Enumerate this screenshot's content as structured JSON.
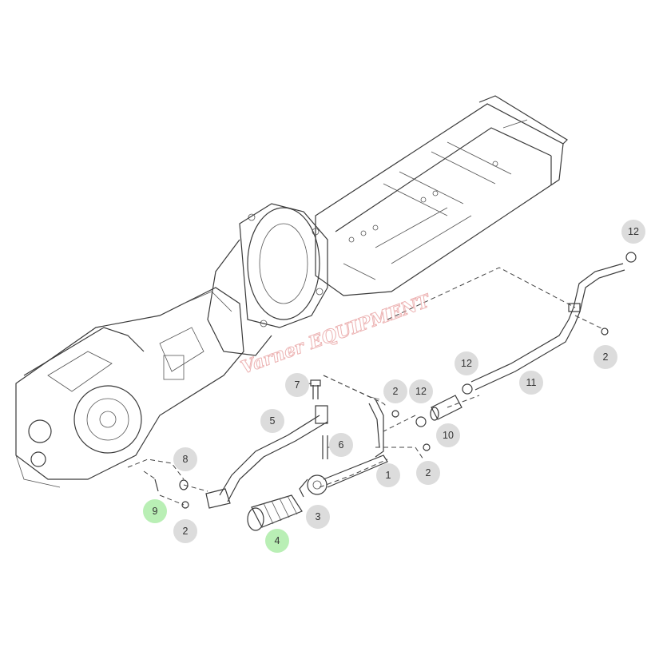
{
  "diagram": {
    "watermark": "Varner EQUIPMENT",
    "colors": {
      "callout_default": "#dcdcdc",
      "callout_highlight": "#b9efb5",
      "line": "#3a3a3a",
      "watermark": "#e8a0a0"
    },
    "callouts": [
      {
        "id": "c1",
        "label": "1",
        "highlight": false
      },
      {
        "id": "c2a",
        "label": "2",
        "highlight": false
      },
      {
        "id": "c2b",
        "label": "2",
        "highlight": false
      },
      {
        "id": "c2c",
        "label": "2",
        "highlight": false
      },
      {
        "id": "c2d",
        "label": "2",
        "highlight": false
      },
      {
        "id": "c3",
        "label": "3",
        "highlight": false
      },
      {
        "id": "c4",
        "label": "4",
        "highlight": true
      },
      {
        "id": "c5",
        "label": "5",
        "highlight": false
      },
      {
        "id": "c6",
        "label": "6",
        "highlight": false
      },
      {
        "id": "c7",
        "label": "7",
        "highlight": false
      },
      {
        "id": "c8",
        "label": "8",
        "highlight": false
      },
      {
        "id": "c9",
        "label": "9",
        "highlight": true
      },
      {
        "id": "c10",
        "label": "10",
        "highlight": false
      },
      {
        "id": "c11",
        "label": "11",
        "highlight": false
      },
      {
        "id": "c12a",
        "label": "12",
        "highlight": false
      },
      {
        "id": "c12b",
        "label": "12",
        "highlight": false
      },
      {
        "id": "c12c",
        "label": "12",
        "highlight": false
      }
    ]
  }
}
